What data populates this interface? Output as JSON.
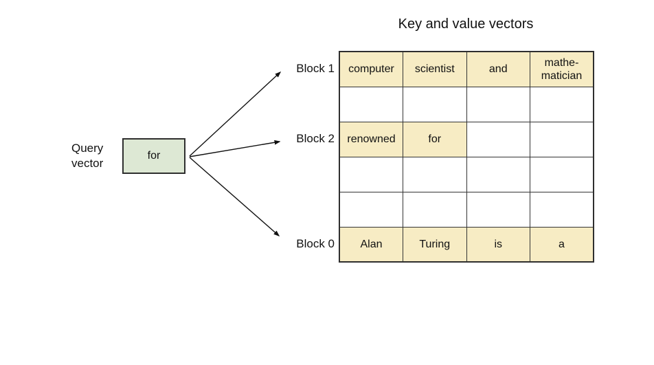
{
  "title": "Key and value vectors",
  "query_vector": {
    "label": "Query\nvector",
    "box_text": "for"
  },
  "blocks": [
    {
      "label": "Block 1"
    },
    {
      "label": "Block 2"
    },
    {
      "label": "Block 0"
    }
  ],
  "table": {
    "columns": 4,
    "rows": [
      {
        "cells": [
          "computer",
          "scientist",
          "and",
          "mathe-\nmatician"
        ],
        "highlighted": [
          true,
          true,
          true,
          true
        ]
      },
      {
        "cells": [
          "",
          "",
          "",
          ""
        ],
        "highlighted": [
          false,
          false,
          false,
          false
        ]
      },
      {
        "cells": [
          "renowned",
          "for",
          "",
          ""
        ],
        "highlighted": [
          true,
          true,
          false,
          false
        ]
      },
      {
        "cells": [
          "",
          "",
          "",
          ""
        ],
        "highlighted": [
          false,
          false,
          false,
          false
        ]
      },
      {
        "cells": [
          "",
          "",
          "",
          ""
        ],
        "highlighted": [
          false,
          false,
          false,
          false
        ]
      },
      {
        "cells": [
          "Alan",
          "Turing",
          "is",
          "a"
        ],
        "highlighted": [
          true,
          true,
          true,
          true
        ]
      }
    ]
  },
  "colors": {
    "highlight_cell": "#f7ecc4",
    "query_box_fill": "#dde8d4",
    "border": "#333333",
    "text": "#111111"
  }
}
